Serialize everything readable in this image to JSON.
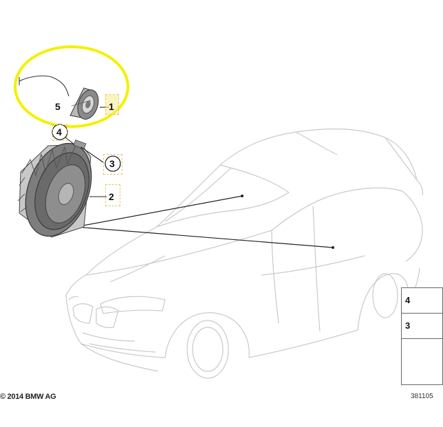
{
  "callouts": {
    "c5": "5",
    "c1": "1",
    "c4": "4",
    "c3": "3",
    "c2": "2"
  },
  "legend": {
    "row1": "4",
    "row2": "3"
  },
  "footer": {
    "copyright": "© 2014 BMW AG",
    "drawing_number": "381105"
  },
  "colors": {
    "highlight_ellipse": "#f4f000",
    "car_outline": "#c9c9c9",
    "leader_line": "#222222",
    "speaker_fill": "#7d7d7d"
  }
}
